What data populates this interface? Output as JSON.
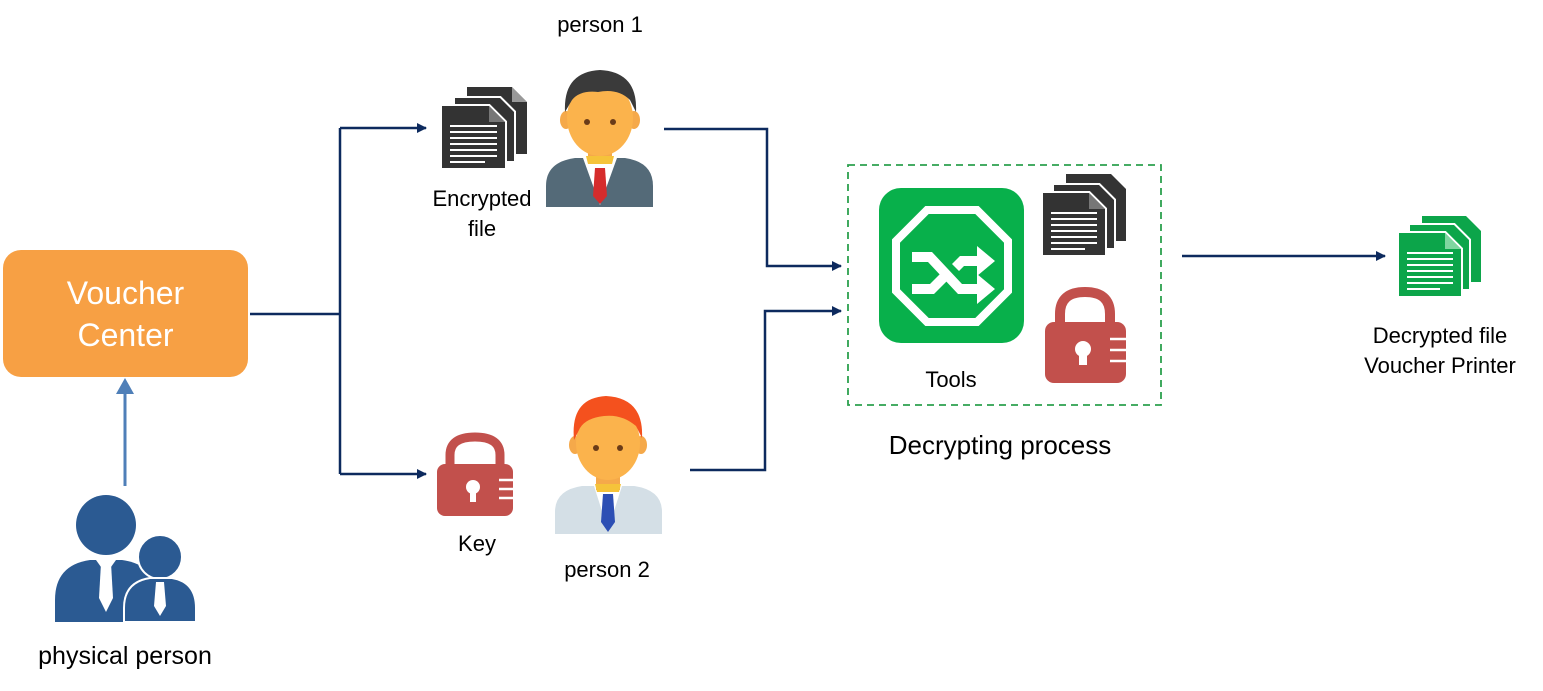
{
  "nodes": {
    "voucher_center": {
      "line1": "Voucher",
      "line2": "Center"
    },
    "physical_person": {
      "label": "physical person"
    },
    "person1": {
      "label": "person 1"
    },
    "person2": {
      "label": "person 2"
    },
    "encrypted_file": {
      "line1": "Encrypted",
      "line2": "file"
    },
    "key": {
      "label": "Key"
    },
    "tools": {
      "label": "Tools"
    },
    "decrypting_process": {
      "label": "Decrypting process"
    },
    "decrypted_file": {
      "line1": "Decrypted file",
      "line2": "Voucher Printer"
    }
  },
  "icons": {
    "physical_person": "group-people-icon",
    "person1": "businessman-icon",
    "person2": "businessman-icon",
    "encrypted_file": "documents-icon",
    "key": "padlock-icon",
    "tools": "shuffle-icon",
    "decrypted_file": "documents-icon"
  },
  "colors": {
    "voucher_center": "#f7a044",
    "connector": "#0d2a5e",
    "upward_arrow": "#4f7fb8",
    "person_group": "#2b5a92",
    "document": "#333333",
    "lock": "#c2504c",
    "tools": "#08b04b",
    "decrypted_document": "#0ca54a",
    "process_border": "#2ca04e"
  }
}
